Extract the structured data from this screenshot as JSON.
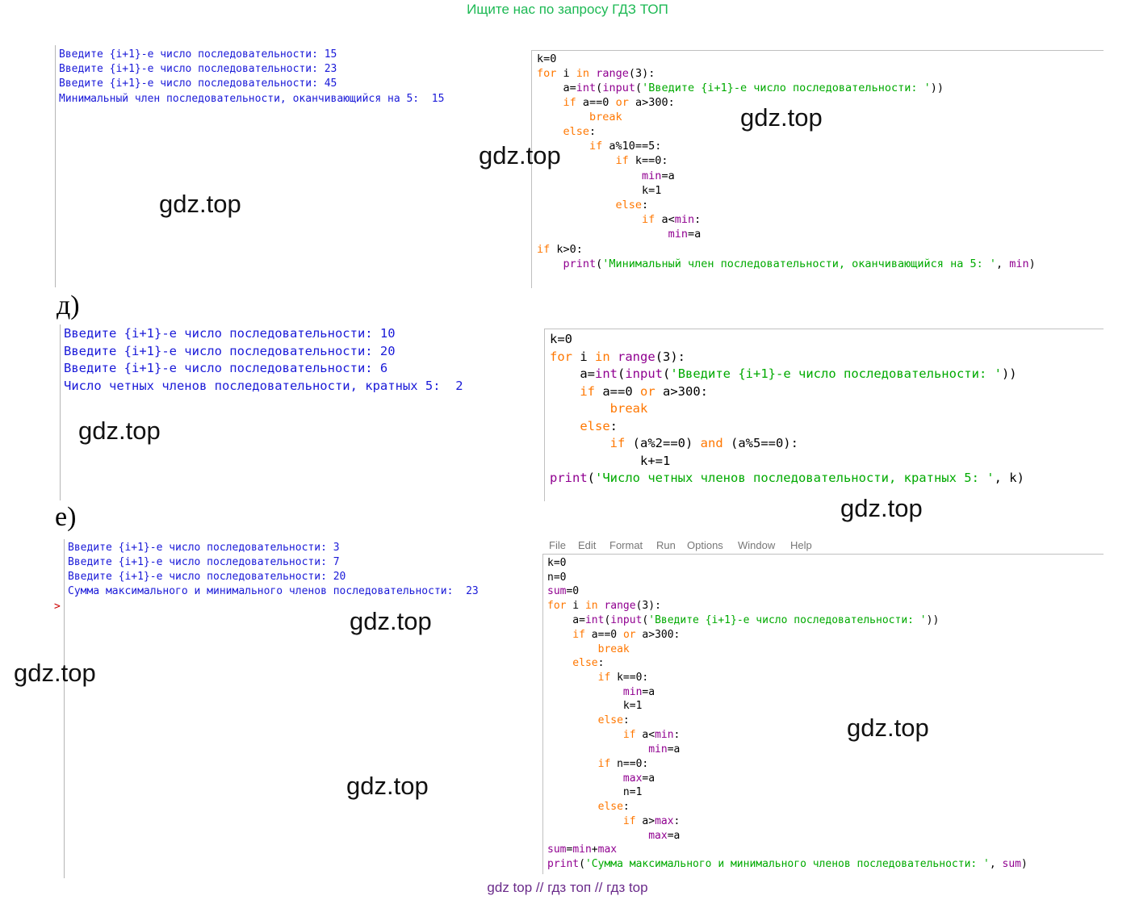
{
  "banner_top": "Ищите нас по запросу ГДЗ ТОП",
  "banner_bottom": "gdz top  //  гдз топ  //  гдз top",
  "watermark": "gdz.top",
  "section_d": "д)",
  "section_e": "е)",
  "top": {
    "shell": [
      "Введите {i+1}-е число последовательности: 15",
      "Введите {i+1}-е число последовательности: 23",
      "Введите {i+1}-е число последовательности: 45",
      "Минимальный член последовательности, оканчивающийся на 5:  15"
    ],
    "code": {
      "l1": "k=0",
      "l2_kw": "for",
      "l2_a": " i ",
      "l2_in": "in",
      "l2_b": " ",
      "l2_bi": "range",
      "l2_c": "(3):",
      "l3_a": "    a=",
      "l3_bi1": "int",
      "l3_b": "(",
      "l3_bi2": "input",
      "l3_c": "(",
      "l3_st": "'Введите {i+1}-е число последовательности: '",
      "l3_d": "))",
      "l4_kw1": "    if",
      "l4_a": " a==0 ",
      "l4_kw2": "or",
      "l4_b": " a>300:",
      "l5_kw": "        break",
      "l6_kw": "    else",
      "l6_a": ":",
      "l7_kw": "        if",
      "l7_a": " a%10==5:",
      "l8_kw": "            if",
      "l8_a": " k==0:",
      "l9_a": "                ",
      "l9_bi": "min",
      "l9_b": "=a",
      "l10": "                k=1",
      "l11_kw": "            else",
      "l11_a": ":",
      "l12_kw": "                if",
      "l12_a": " a<",
      "l12_bi": "min",
      "l12_b": ":",
      "l13_a": "                    ",
      "l13_bi": "min",
      "l13_b": "=a",
      "l14_kw": "if",
      "l14_a": " k>0:",
      "l15_a": "    ",
      "l15_bi": "print",
      "l15_b": "(",
      "l15_st": "'Минимальный член последовательности, оканчивающийся на 5: '",
      "l15_c": ", ",
      "l15_bi2": "min",
      "l15_d": ")"
    }
  },
  "d": {
    "shell": [
      "Введите {i+1}-е число последовательности: 10",
      "Введите {i+1}-е число последовательности: 20",
      "Введите {i+1}-е число последовательности: 6",
      "Число четных членов последовательности, кратных 5:  2"
    ],
    "code": {
      "l1": "k=0",
      "l2_kw": "for",
      "l2_a": " i ",
      "l2_in": "in",
      "l2_b": " ",
      "l2_bi": "range",
      "l2_c": "(3):",
      "l3_a": "    a=",
      "l3_bi1": "int",
      "l3_b": "(",
      "l3_bi2": "input",
      "l3_c": "(",
      "l3_st": "'Введите {i+1}-е число последовательности: '",
      "l3_d": "))",
      "l4_kw1": "    if",
      "l4_a": " a==0 ",
      "l4_kw2": "or",
      "l4_b": " a>300:",
      "l5_kw": "        break",
      "l6_kw": "    else",
      "l6_a": ":",
      "l7_kw": "        if",
      "l7_a": " (a%2==0) ",
      "l7_kw2": "and",
      "l7_b": " (a%5==0):",
      "l8": "            k+=1",
      "l9_bi": "print",
      "l9_a": "(",
      "l9_st": "'Число четных членов последовательности, кратных 5: '",
      "l9_b": ", k)"
    }
  },
  "e": {
    "shell": [
      "Введите {i+1}-е число последовательности: 3",
      "Введите {i+1}-е число последовательности: 7",
      "Введите {i+1}-е число последовательности: 20",
      "Сумма максимального и минимального членов последовательности:  23"
    ],
    "prompt": ">",
    "menu": [
      "File",
      "Edit",
      "Format",
      "Run",
      "Options",
      "Window",
      "Help"
    ],
    "code": {
      "l1": "k=0",
      "l2": "n=0",
      "l3_bi": "sum",
      "l3_a": "=0",
      "l4_kw": "for",
      "l4_a": " i ",
      "l4_in": "in",
      "l4_b": " ",
      "l4_bi": "range",
      "l4_c": "(3):",
      "l5_a": "    a=",
      "l5_bi1": "int",
      "l5_b": "(",
      "l5_bi2": "input",
      "l5_c": "(",
      "l5_st": "'Введите {i+1}-е число последовательности: '",
      "l5_d": "))",
      "l6_kw1": "    if",
      "l6_a": " a==0 ",
      "l6_kw2": "or",
      "l6_b": " a>300:",
      "l7_kw": "        break",
      "l8_kw": "    else",
      "l8_a": ":",
      "l9_kw": "        if",
      "l9_a": " k==0:",
      "l10_a": "            ",
      "l10_bi": "min",
      "l10_b": "=a",
      "l11": "            k=1",
      "l12_kw": "        else",
      "l12_a": ":",
      "l13_kw": "            if",
      "l13_a": " a<",
      "l13_bi": "min",
      "l13_b": ":",
      "l14_a": "                ",
      "l14_bi": "min",
      "l14_b": "=a",
      "l15_kw": "        if",
      "l15_a": " n==0:",
      "l16_a": "            ",
      "l16_bi": "max",
      "l16_b": "=a",
      "l17": "            n=1",
      "l18_kw": "        else",
      "l18_a": ":",
      "l19_kw": "            if",
      "l19_a": " a>",
      "l19_bi": "max",
      "l19_b": ":",
      "l20_a": "                ",
      "l20_bi": "max",
      "l20_b": "=a",
      "l21_bi1": "sum",
      "l21_a": "=",
      "l21_bi2": "min",
      "l21_b": "+",
      "l21_bi3": "max",
      "l22_bi": "print",
      "l22_a": "(",
      "l22_st": "'Сумма максимального и минимального членов последовательности: '",
      "l22_b": ", ",
      "l22_bi2": "sum",
      "l22_c": ")"
    }
  }
}
